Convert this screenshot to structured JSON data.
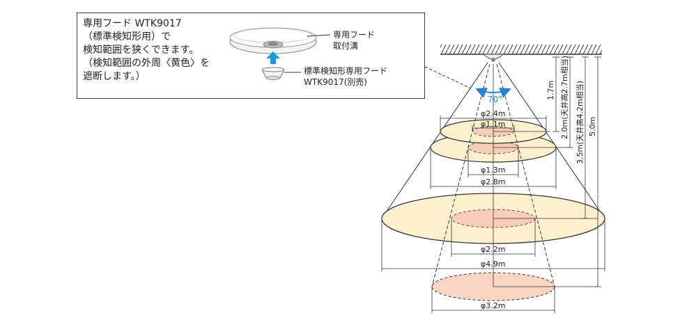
{
  "note": {
    "lines": [
      "専用フード WTK9017",
      "（標準検知形用）で",
      "検知範囲を狭くできます。",
      "（検知範囲の外周〈黄色〉を",
      "遮断します。）"
    ]
  },
  "product": {
    "groove_label_1": "専用フード",
    "groove_label_2": "取付溝",
    "hood_label_1": "標準検知形専用フード",
    "hood_label_2": "WTK9017(別売)"
  },
  "diagram": {
    "angle": "70°",
    "diameters": {
      "d24": "φ2.4m",
      "d11": "φ1.1m",
      "d13": "φ1.3m",
      "d28": "φ2.8m",
      "d22": "φ2.2m",
      "d49": "φ4.9m",
      "d32": "φ3.2m"
    },
    "heights": {
      "h17": "1.7m",
      "h20": "2.0m(天井高2.7m相当)",
      "h35": "3.5m(天井高4.2m相当)",
      "h50": "5.0m"
    },
    "colors": {
      "yellow": "#fdf0cf",
      "pink": "#f7cdb8",
      "arrow_blue": "#1a9ad6",
      "angle_blue": "#2b7fd0"
    }
  }
}
